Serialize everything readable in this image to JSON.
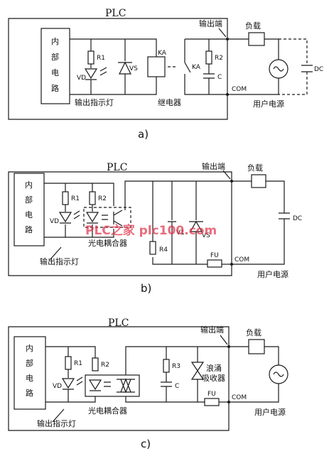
{
  "diagrams": [
    {
      "plc_label": "PLC",
      "internal_circuit": [
        "内",
        "部",
        "电",
        "路"
      ],
      "r1": "R1",
      "vd": "VD",
      "vs": "VS",
      "ka_coil": "KA",
      "ka_contact": "KA",
      "r2": "R2",
      "c": "C",
      "output_terminal": "输出端",
      "load": "负载",
      "dc": "DC",
      "com": "COM",
      "indicator": "输出指示灯",
      "relay": "继电器",
      "user_power": "用户电源",
      "caption": "a)"
    },
    {
      "plc_label": "PLC",
      "internal_circuit": [
        "内",
        "部",
        "电",
        "路"
      ],
      "r1": "R1",
      "r2": "R2",
      "vd": "VD",
      "optocoupler": "光电耦合器",
      "r4": "R4",
      "v1": "V1",
      "vs": "VS",
      "fu": "FU",
      "com": "COM",
      "output_terminal": "输出端",
      "load": "负载",
      "dc": "DC",
      "indicator": "输出指示灯",
      "user_power": "用户电源",
      "caption": "b)"
    },
    {
      "plc_label": "PLC",
      "internal_circuit": [
        "内",
        "部",
        "电",
        "路"
      ],
      "r1": "R1",
      "r2": "R2",
      "r3": "R3",
      "vd": "VD",
      "c": "C",
      "surge_absorber": [
        "浪涌",
        "吸收器"
      ],
      "fu": "FU",
      "com": "COM",
      "output_terminal": "输出端",
      "load": "负载",
      "optocoupler": "光电耦合器",
      "indicator": "输出指示灯",
      "user_power": "用户电源",
      "caption": "c)"
    }
  ],
  "watermark": "PLC之家 plc100.com"
}
